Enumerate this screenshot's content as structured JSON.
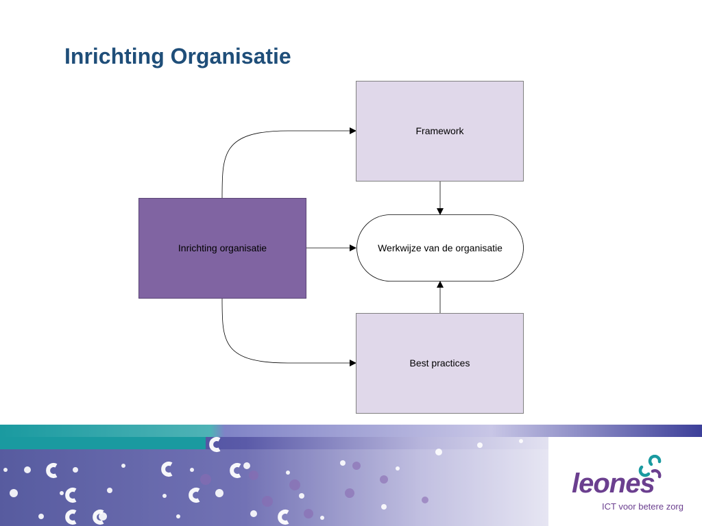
{
  "slide": {
    "title": "Inrichting Organisatie"
  },
  "diagram": {
    "nodes": {
      "framework": "Framework",
      "inrichting": "Inrichting organisatie",
      "werkwijze": "Werkwijze van de organisatie",
      "best_practices": "Best practices"
    },
    "colors": {
      "light_box": "#e0d8ea",
      "dark_box": "#8064a2",
      "terminator": "#ffffff",
      "connector": "#000000"
    }
  },
  "logo": {
    "wordmark": "leones",
    "tagline": "ICT voor betere zorg",
    "brand_color": "#6b3f8f",
    "accent_color": "#1a9aa0"
  }
}
